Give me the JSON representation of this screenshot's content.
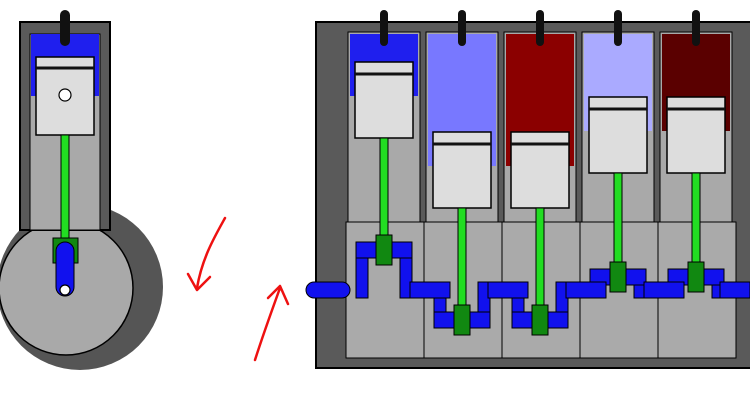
{
  "colors": {
    "background": "#ffffff",
    "engine_block": "#5a5a5a",
    "cylinder_bore": "#a9a9a9",
    "crankcase_bore": "#aaaaaa",
    "flywheel_outer": "#555555",
    "flywheel_inner": "#a9a9a9",
    "piston": "#dddddd",
    "piston_ring": "#111111",
    "connecting_rod": "#22dd22",
    "rod_bearing": "#118811",
    "crankshaft": "#1111ee",
    "spark_plug": "#111111",
    "outline": "#000000",
    "rotation_arrow": "#ee1111"
  },
  "single_cylinder_view": {
    "charge_color": "#1f1fee",
    "piston_level": 0.9
  },
  "inline_engine_view": {
    "cylinders": [
      {
        "id": 1,
        "charge_color": "#1f1fee",
        "piston_level": 1.0
      },
      {
        "id": 2,
        "charge_color": "#7878ff",
        "piston_level": 0.0
      },
      {
        "id": 3,
        "charge_color": "#8b0000",
        "piston_level": 0.0
      },
      {
        "id": 4,
        "charge_color": "#aaaaff",
        "piston_level": 0.5
      },
      {
        "id": 5,
        "charge_color": "#5a0000",
        "piston_level": 0.5
      }
    ]
  },
  "rotation_arrows": [
    {
      "id": "upper",
      "direction": "clockwise"
    },
    {
      "id": "lower",
      "direction": "clockwise"
    }
  ]
}
